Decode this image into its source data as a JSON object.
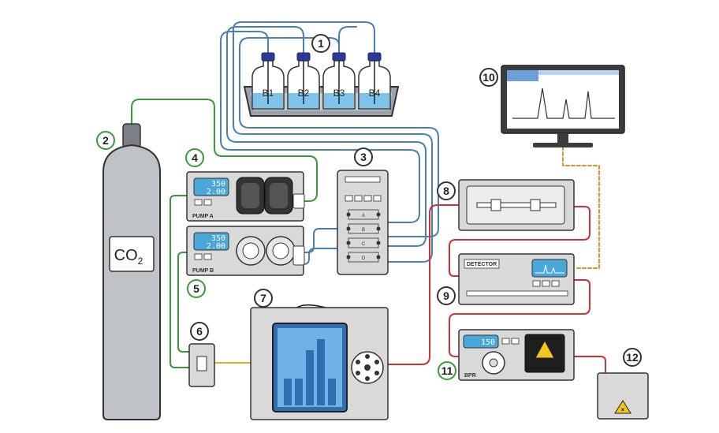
{
  "bottles": [
    {
      "label": "B1"
    },
    {
      "label": "B2"
    },
    {
      "label": "B3"
    },
    {
      "label": "B4"
    }
  ],
  "cylinder": {
    "gas": "CO",
    "subscript": "2"
  },
  "pump_a": {
    "name": "PUMP A",
    "display_line1": "350",
    "display_line2": "2.00"
  },
  "pump_b": {
    "name": "PUMP B",
    "display_line1": "350",
    "display_line2": "2.00"
  },
  "valve_ports": [
    "A",
    "B",
    "C",
    "D"
  ],
  "detector": {
    "name": "DETECTOR"
  },
  "bpr": {
    "name": "BPR",
    "display": "150"
  },
  "callouts": [
    {
      "number": "1",
      "color": "#333333"
    },
    {
      "number": "2",
      "color": "#3a9a3a"
    },
    {
      "number": "3",
      "color": "#333333"
    },
    {
      "number": "4",
      "color": "#3a9a3a"
    },
    {
      "number": "5",
      "color": "#3a9a3a"
    },
    {
      "number": "6",
      "color": "#333333"
    },
    {
      "number": "7",
      "color": "#333333"
    },
    {
      "number": "8",
      "color": "#333333"
    },
    {
      "number": "9",
      "color": "#333333"
    },
    {
      "number": "10",
      "color": "#333333"
    },
    {
      "number": "11",
      "color": "#3a9a3a"
    },
    {
      "number": "12",
      "color": "#333333"
    }
  ],
  "colors": {
    "co2_line": "#3a9a3a",
    "solvent_line": "#4a7fb5",
    "mixed_line": "#d9b21e",
    "outlet_line": "#cc3333",
    "signal_line": "#e0902a",
    "module_fill": "#d9d9d9",
    "lcd": "#4aa7d9"
  }
}
